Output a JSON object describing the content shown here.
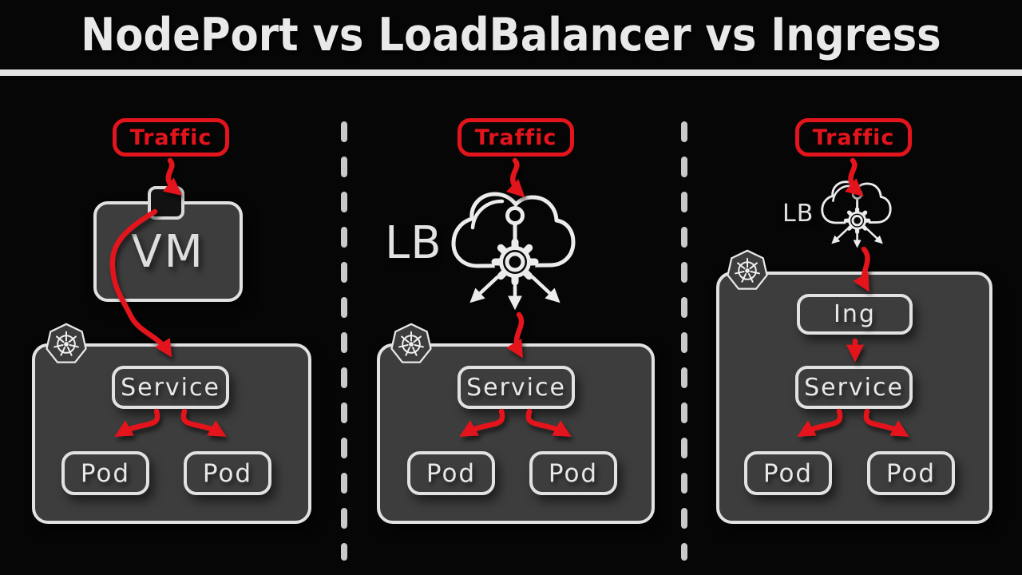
{
  "title": "NodePort vs LoadBalancer vs Ingress",
  "colors": {
    "background": "#060606",
    "accent_red": "#e3141c",
    "box_fill": "#3d3d3d",
    "box_border": "#e2e2e2",
    "text_light": "#e8e8e8",
    "divider_dash": "#c9c9c9",
    "title_bar": "#e4e4e4"
  },
  "columns": [
    {
      "id": "nodeport",
      "traffic_label": "Traffic",
      "node_label": "VM",
      "cluster": {
        "service_label": "Service",
        "pods": [
          "Pod",
          "Pod"
        ]
      }
    },
    {
      "id": "loadbalancer",
      "traffic_label": "Traffic",
      "lb_label": "LB",
      "cluster": {
        "service_label": "Service",
        "pods": [
          "Pod",
          "Pod"
        ]
      }
    },
    {
      "id": "ingress",
      "traffic_label": "Traffic",
      "lb_label": "LB",
      "cluster": {
        "ingress_label": "Ing",
        "service_label": "Service",
        "pods": [
          "Pod",
          "Pod"
        ]
      }
    }
  ]
}
